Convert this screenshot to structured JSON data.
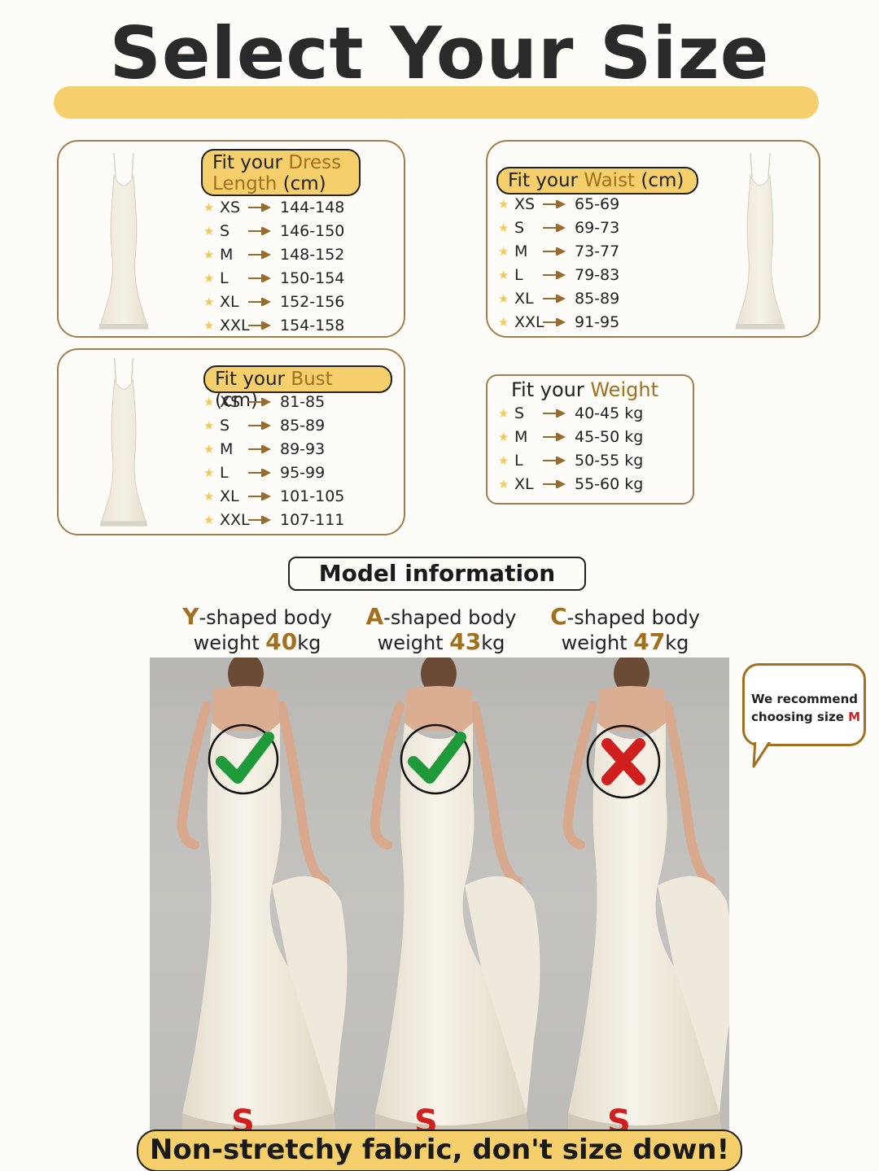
{
  "title": "Select Your Size",
  "dress_length": {
    "title_prefix": "Fit your ",
    "title_accent": "Dress",
    "title_line2_accent": "Length",
    "title_suffix": " (cm)",
    "rows": [
      {
        "size": "XS",
        "value": "144-148"
      },
      {
        "size": "S",
        "value": "146-150"
      },
      {
        "size": "M",
        "value": "148-152"
      },
      {
        "size": "L",
        "value": "150-154"
      },
      {
        "size": "XL",
        "value": "152-156"
      },
      {
        "size": "XXL",
        "value": "154-158"
      }
    ]
  },
  "waist": {
    "title_prefix": "Fit your ",
    "title_accent": "Waist",
    "title_suffix": " (cm)",
    "rows": [
      {
        "size": "XS",
        "value": "65-69"
      },
      {
        "size": "S",
        "value": "69-73"
      },
      {
        "size": "M",
        "value": "73-77"
      },
      {
        "size": "L",
        "value": "79-83"
      },
      {
        "size": "XL",
        "value": "85-89"
      },
      {
        "size": "XXL",
        "value": "91-95"
      }
    ]
  },
  "bust": {
    "title_prefix": "Fit your ",
    "title_accent": "Bust",
    "title_suffix": " (cm)",
    "rows": [
      {
        "size": "XS",
        "value": "81-85"
      },
      {
        "size": "S",
        "value": "85-89"
      },
      {
        "size": "M",
        "value": "89-93"
      },
      {
        "size": "L",
        "value": "95-99"
      },
      {
        "size": "XL",
        "value": "101-105"
      },
      {
        "size": "XXL",
        "value": "107-111"
      }
    ]
  },
  "weight": {
    "title_prefix": "Fit your ",
    "title_accent": "Weight",
    "rows": [
      {
        "size": "S",
        "value": "40-45 kg"
      },
      {
        "size": "M",
        "value": "45-50 kg"
      },
      {
        "size": "L",
        "value": "50-55 kg"
      },
      {
        "size": "XL",
        "value": "55-60 kg"
      }
    ]
  },
  "model_info": {
    "heading": "Model information",
    "models": [
      {
        "letter": "Y",
        "shape": "-shaped body",
        "weight_prefix": "weight ",
        "weight": "40",
        "unit": "kg",
        "fit": "check",
        "size": "S"
      },
      {
        "letter": "A",
        "shape": "-shaped body",
        "weight_prefix": "weight ",
        "weight": "43",
        "unit": "kg",
        "fit": "check",
        "size": "S"
      },
      {
        "letter": "C",
        "shape": "-shaped body",
        "weight_prefix": "weight ",
        "weight": "47",
        "unit": "kg",
        "fit": "cross",
        "size": "S"
      }
    ],
    "recommend_line1": "We recommend",
    "recommend_line2": "choosing size ",
    "recommend_size": "M"
  },
  "footer": "Non-stretchy fabric, don't size down!",
  "colors": {
    "accent_yellow": "#f4cf6b",
    "accent_brown": "#a2701f",
    "check_green": "#1f9a3a",
    "cross_red": "#d11f1f"
  },
  "icons": [
    "star-icon",
    "arrow-icon",
    "checkmark-icon",
    "cross-icon",
    "dress-icon"
  ]
}
